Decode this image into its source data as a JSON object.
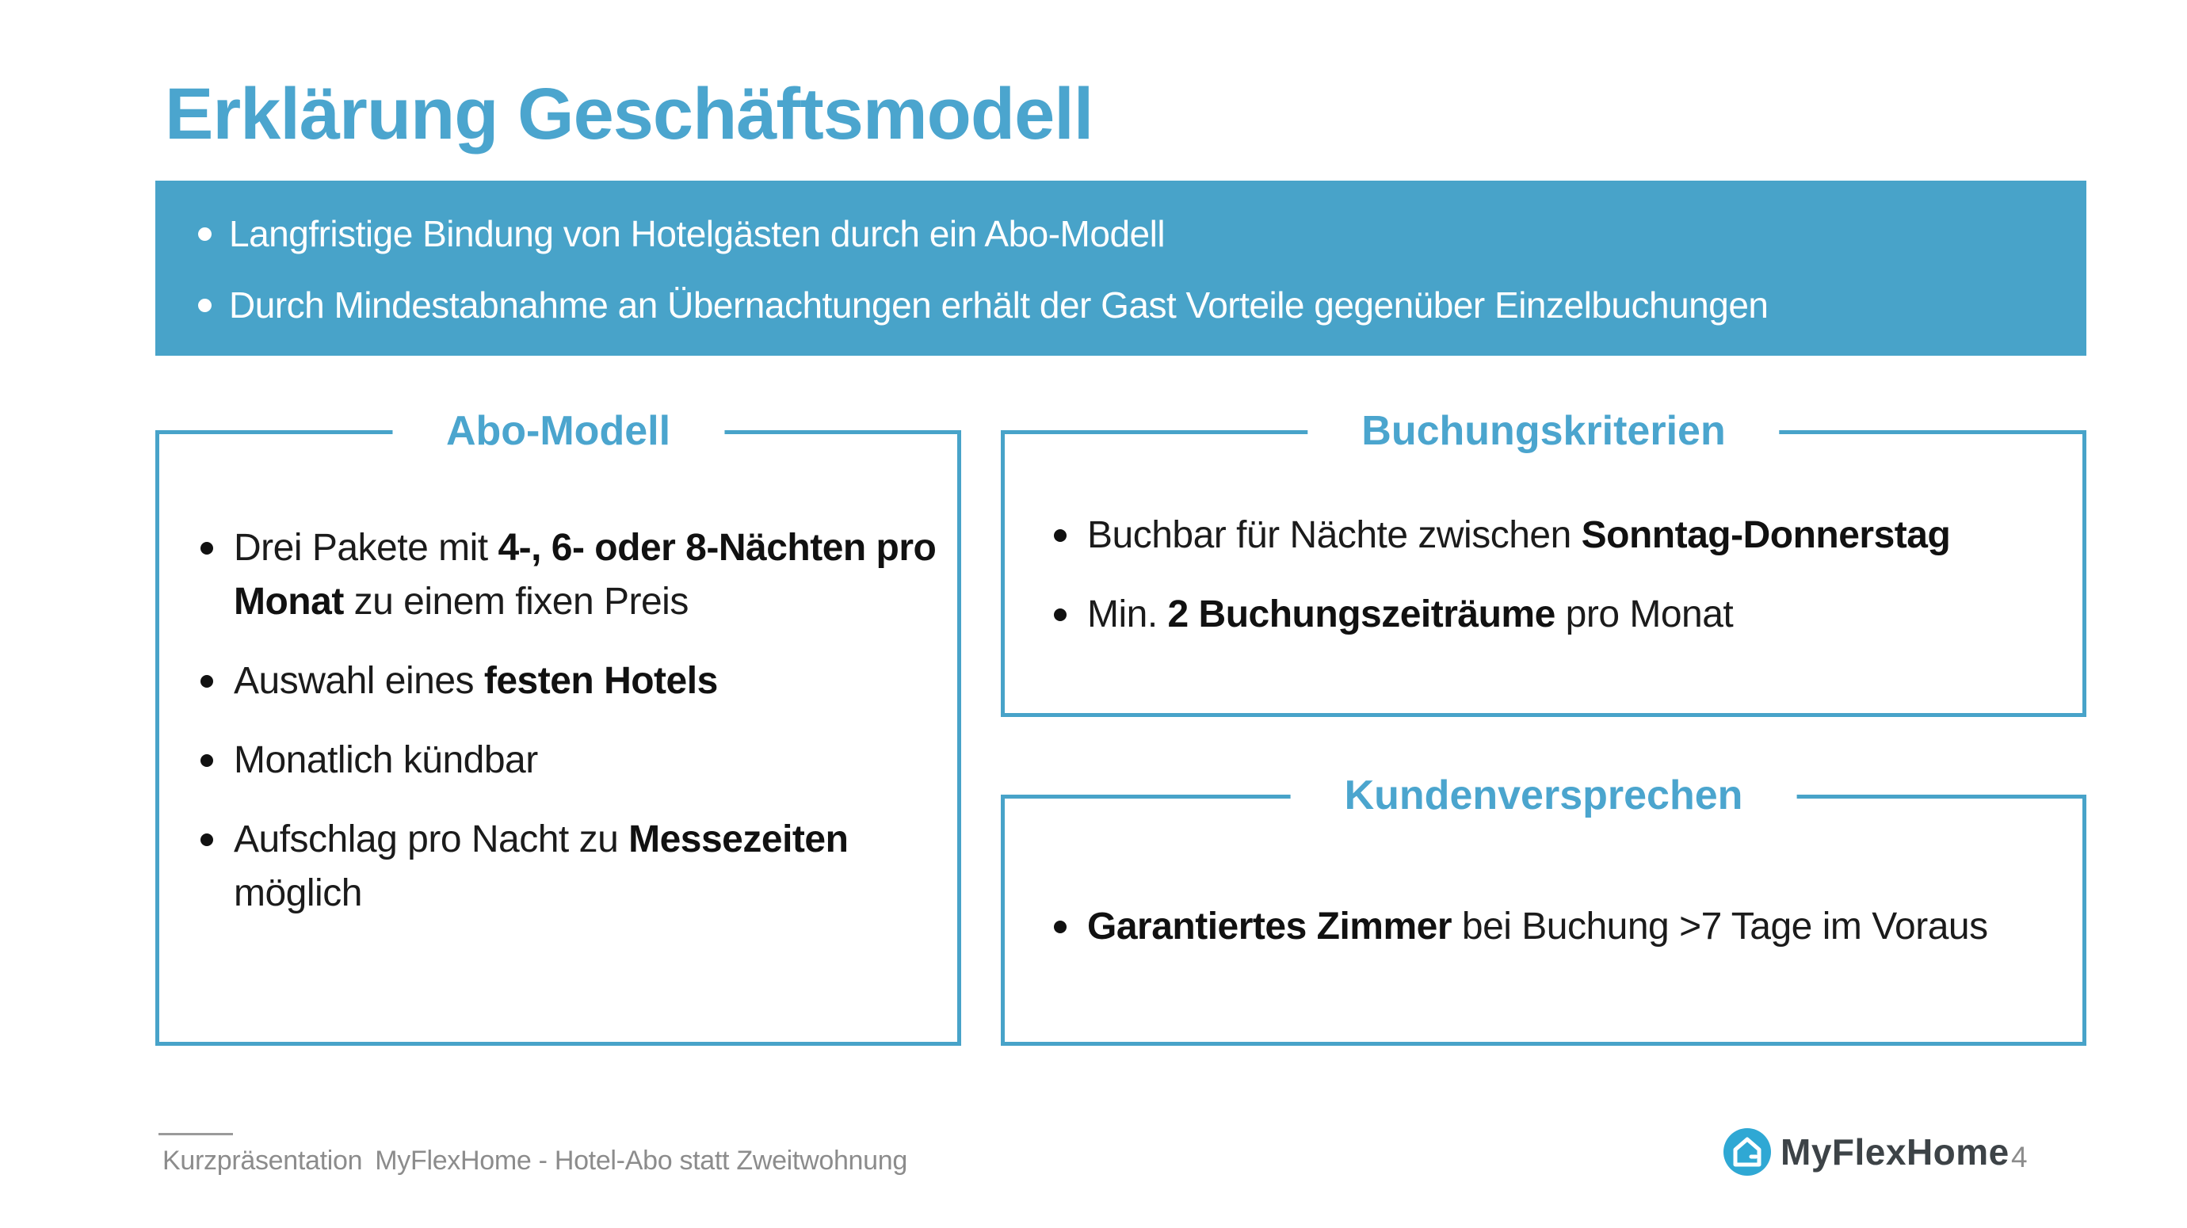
{
  "slide": {
    "title": "Erklärung Geschäftsmodell",
    "colors": {
      "accent_blue": "#48a3c9",
      "heading_blue": "#4ba5ce",
      "logo_blue": "#2fa8d4",
      "body_text": "#1b1b1b",
      "footer_gray": "#8c8c8c"
    },
    "banner": {
      "bullets": [
        "Langfristige Bindung von Hotelgästen durch ein Abo-Modell",
        "Durch Mindestabnahme an Übernachtungen erhält der Gast Vorteile gegenüber Einzelbuchungen"
      ]
    },
    "boxes": {
      "abo": {
        "title": "Abo-Modell",
        "bullets": [
          [
            {
              "text": "Drei Pakete mit "
            },
            {
              "text": "4-, 6- oder 8-Nächten pro Monat",
              "bold": true
            },
            {
              "text": " zu einem fixen Preis"
            }
          ],
          [
            {
              "text": "Auswahl eines "
            },
            {
              "text": "festen Hotels",
              "bold": true
            }
          ],
          [
            {
              "text": "Monatlich kündbar"
            }
          ],
          [
            {
              "text": "Aufschlag pro Nacht zu "
            },
            {
              "text": "Messezeiten",
              "bold": true
            },
            {
              "text": " möglich"
            }
          ]
        ]
      },
      "buchung": {
        "title": "Buchungskriterien",
        "bullets": [
          [
            {
              "text": "Buchbar für Nächte zwischen "
            },
            {
              "text": "Sonntag-Donnerstag",
              "bold": true
            }
          ],
          [
            {
              "text": "Min. "
            },
            {
              "text": "2 Buchungszeiträume",
              "bold": true
            },
            {
              "text": " pro Monat"
            }
          ]
        ]
      },
      "kunden": {
        "title": "Kundenversprechen",
        "bullets": [
          [
            {
              "text": "Garantiertes Zimmer",
              "bold": true
            },
            {
              "text": " bei Buchung >7 Tage im Voraus"
            }
          ]
        ]
      }
    },
    "footer": {
      "label": "Kurzpräsentation",
      "doc_title": "MyFlexHome - Hotel-Abo statt Zweitwohnung",
      "logo_text": "MyFlexHome",
      "page_number": "4"
    }
  }
}
